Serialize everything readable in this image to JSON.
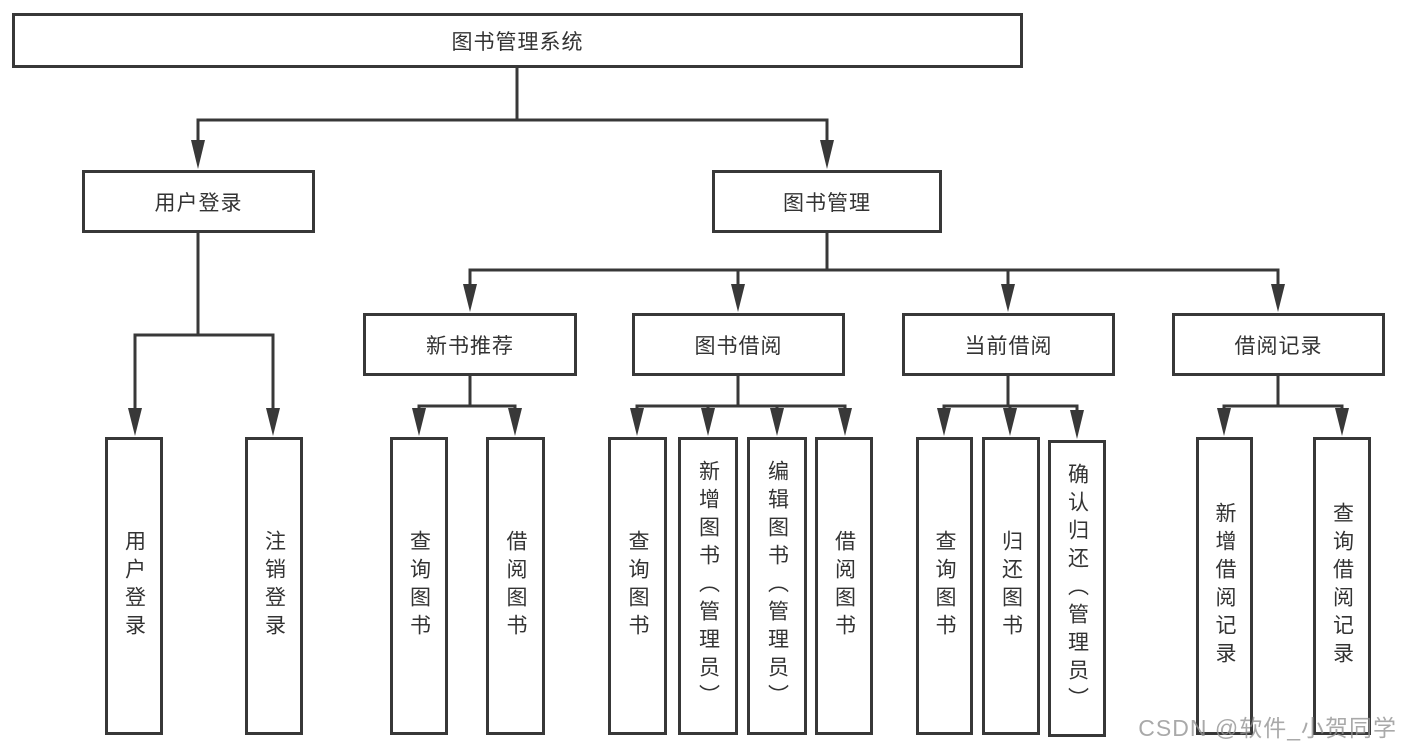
{
  "diagram": {
    "root": {
      "label": "图书管理系统",
      "children": [
        {
          "label": "用户登录",
          "children": [
            {
              "label": "用户登录"
            },
            {
              "label": "注销登录"
            }
          ]
        },
        {
          "label": "图书管理",
          "children": [
            {
              "label": "新书推荐",
              "children": [
                {
                  "label": "查询图书"
                },
                {
                  "label": "借阅图书"
                }
              ]
            },
            {
              "label": "图书借阅",
              "children": [
                {
                  "label": "查询图书"
                },
                {
                  "label": "新增图书（管理员）"
                },
                {
                  "label": "编辑图书（管理员）"
                },
                {
                  "label": "借阅图书"
                }
              ]
            },
            {
              "label": "当前借阅",
              "children": [
                {
                  "label": "查询图书"
                },
                {
                  "label": "归还图书"
                },
                {
                  "label": "确认归还（管理员）"
                }
              ]
            },
            {
              "label": "借阅记录",
              "children": [
                {
                  "label": "新增借阅记录"
                },
                {
                  "label": "查询借阅记录"
                }
              ]
            }
          ]
        }
      ]
    },
    "watermark": "CSDN @软件_小贺同学",
    "colors": {
      "line": "#383838",
      "text": "#333333",
      "box_background": "#ffffff",
      "watermark": "#949494"
    }
  }
}
